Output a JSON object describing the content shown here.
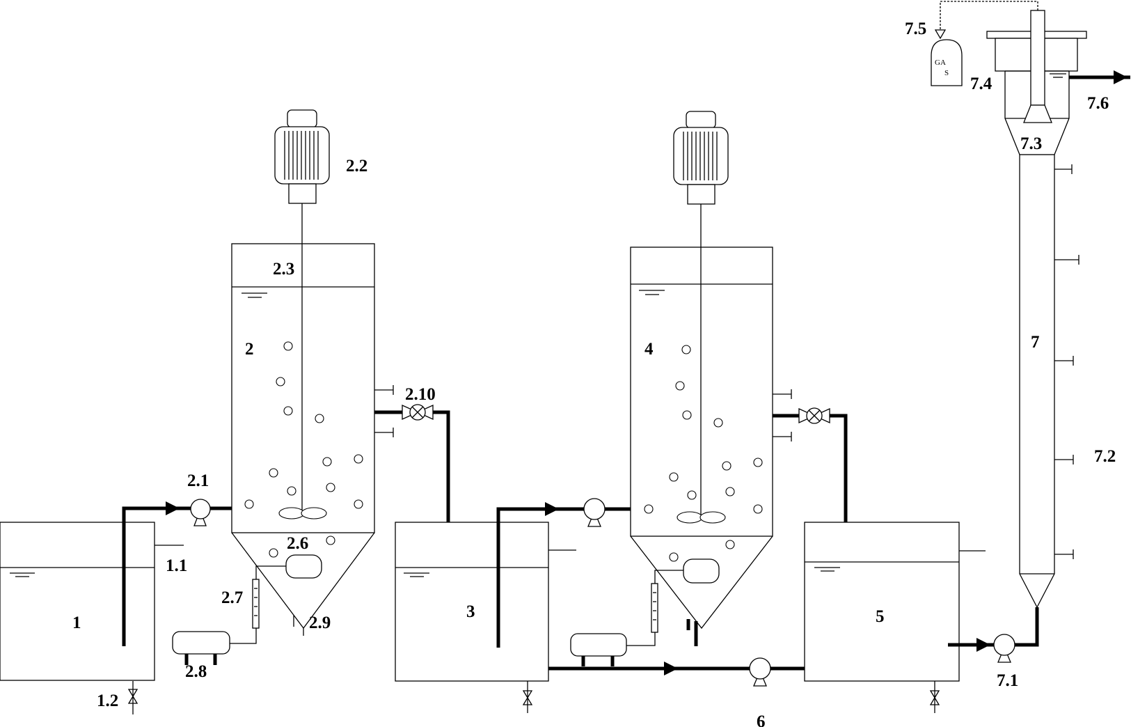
{
  "labels": {
    "tank_1": "1",
    "tank_1_1": "1.1",
    "tank_1_2": "1.2",
    "reactor_2": "2",
    "pump_2_1": "2.1",
    "motor_2_2": "2.2",
    "section_2_3": "2.3",
    "diffuser_2_6": "2.6",
    "rotameter_2_7": "2.7",
    "blower_2_8": "2.8",
    "drain_2_9": "2.9",
    "valve_2_10": "2.10",
    "tank_3": "3",
    "reactor_4": "4",
    "tank_5": "5",
    "pump_6": "6",
    "column_7": "7",
    "pump_7_1": "7.1",
    "ports_7_2": "7.2",
    "separator_7_3": "7.3",
    "section_7_4": "7.4",
    "gas_bag_7_5": "7.5",
    "outlet_7_6": "7.6"
  },
  "gas_bag_text": {
    "line1": "GA",
    "line2": "S"
  }
}
